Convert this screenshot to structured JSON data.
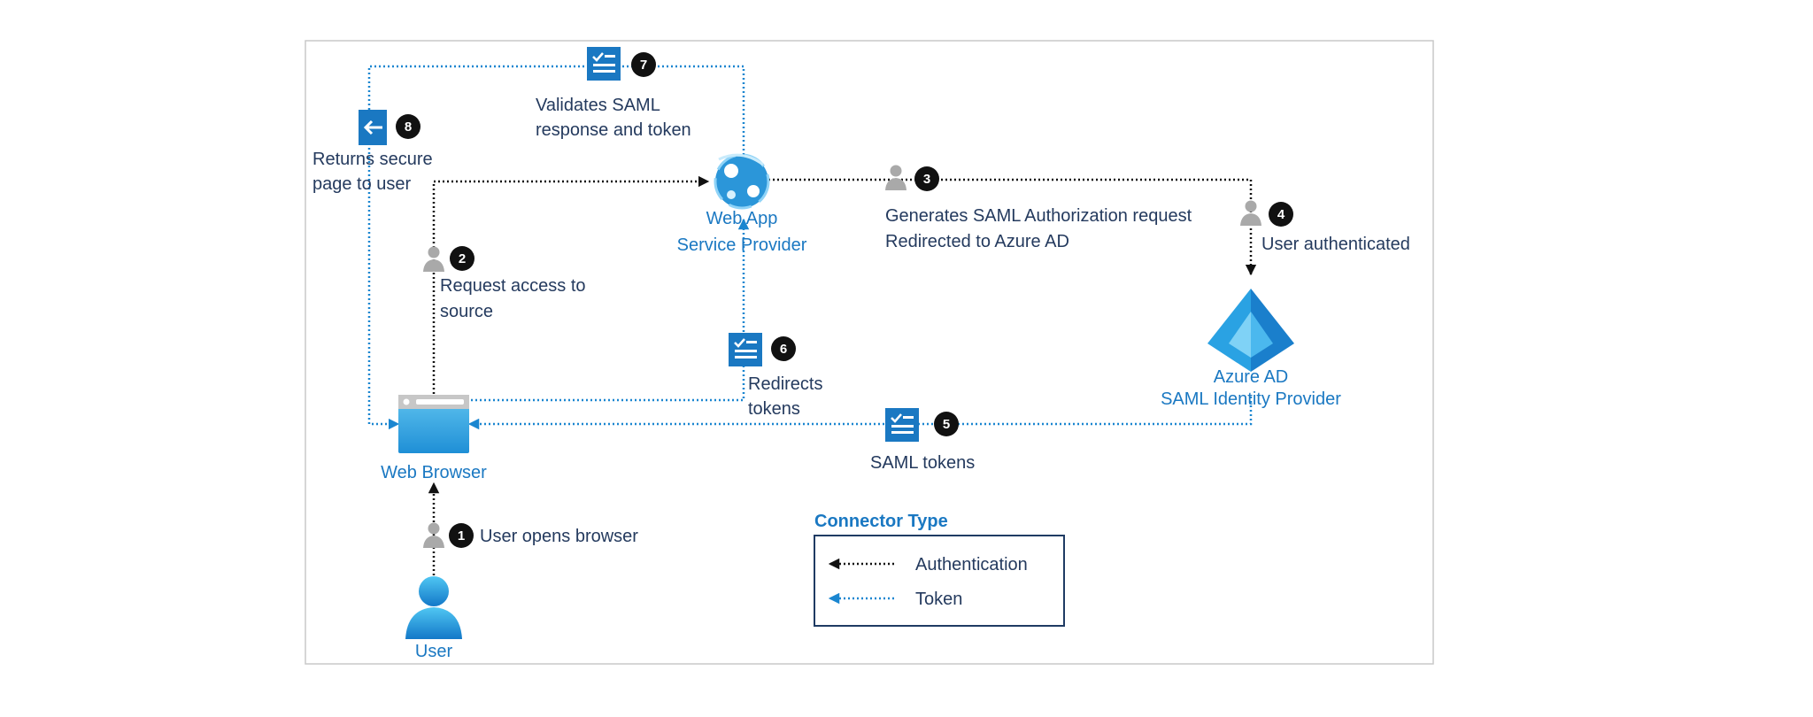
{
  "nodes": {
    "web_app": {
      "line1": "Web App",
      "line2": "Service Provider"
    },
    "azure_ad": {
      "line1": "Azure AD",
      "line2": "SAML Identity Provider"
    },
    "web_browser": {
      "label": "Web Browser"
    },
    "user": {
      "label": "User"
    }
  },
  "steps": [
    {
      "num": "1",
      "lines": [
        "User opens browser"
      ]
    },
    {
      "num": "2",
      "lines": [
        "Request access to",
        "source"
      ]
    },
    {
      "num": "3",
      "lines": [
        "Generates SAML Authorization request",
        "Redirected to Azure AD"
      ]
    },
    {
      "num": "4",
      "lines": [
        "User authenticated"
      ]
    },
    {
      "num": "5",
      "lines": [
        "SAML tokens"
      ]
    },
    {
      "num": "6",
      "lines": [
        "Redirects",
        "tokens"
      ]
    },
    {
      "num": "7",
      "lines": [
        "Validates SAML",
        "response and token"
      ]
    },
    {
      "num": "8",
      "lines": [
        "Returns secure",
        "page to user"
      ]
    }
  ],
  "legend": {
    "title": "Connector Type",
    "authentication": "Authentication",
    "token": "Token"
  },
  "colors": {
    "authentication_line": "#111111",
    "token_line": "#1a86d0",
    "label_text": "#243a5e",
    "node_label": "#1a78c2"
  }
}
